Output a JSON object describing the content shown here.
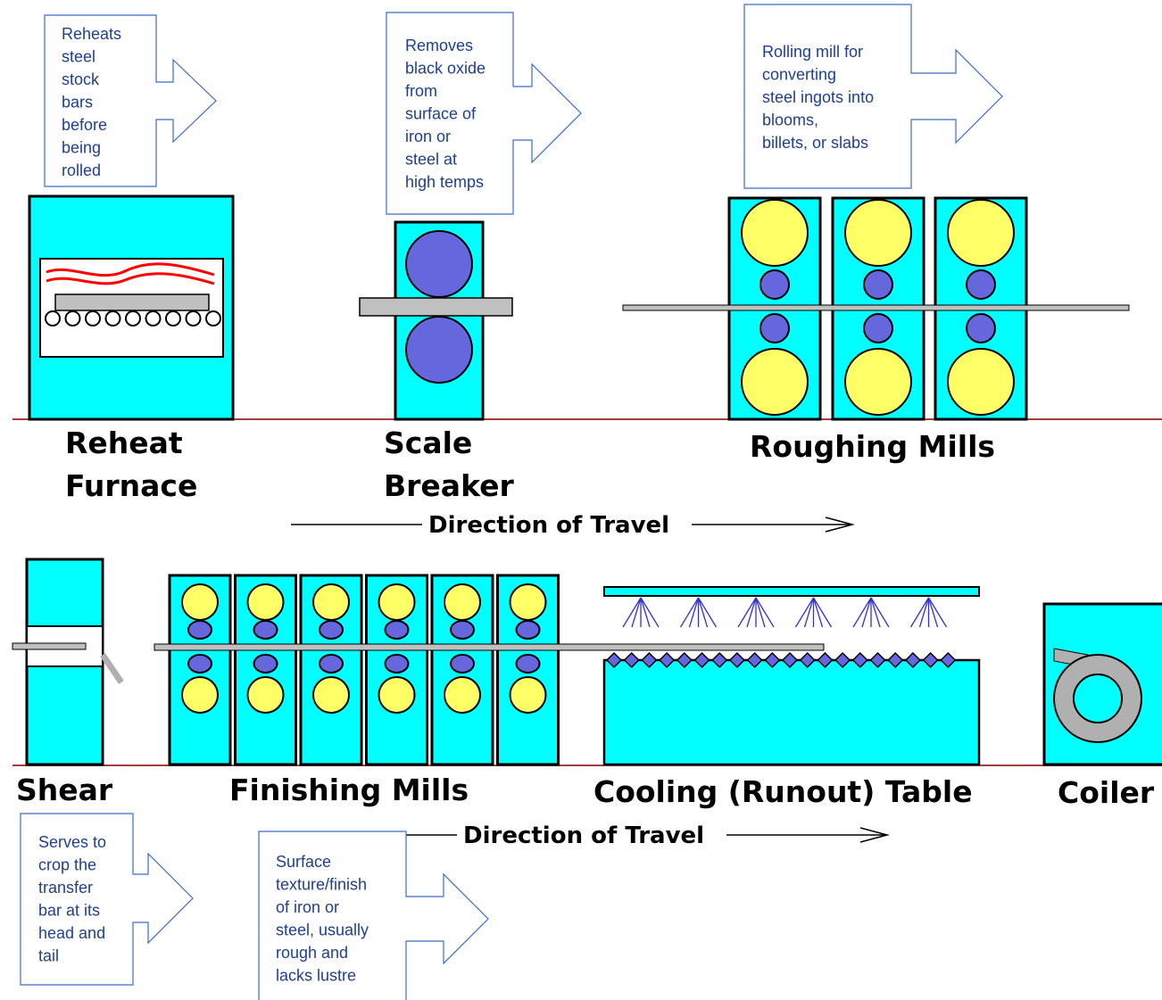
{
  "diagram": {
    "direction_label": "Direction of Travel",
    "stations": {
      "reheat_furnace": [
        "Reheat",
        "Furnace"
      ],
      "scale_breaker": [
        "Scale",
        "Breaker"
      ],
      "roughing_mills": "Roughing Mills",
      "shear": "Shear",
      "finishing_mills": "Finishing Mills",
      "cooling_table": "Cooling (Runout) Table",
      "coiler": "Coiler"
    },
    "callouts": {
      "reheat": [
        "Reheats",
        "steel",
        "stock",
        "bars",
        "before",
        "being",
        "rolled"
      ],
      "scale": [
        "Removes",
        "black oxide",
        "from",
        "surface of",
        "iron or",
        "steel at",
        "high temps"
      ],
      "roughing": [
        "Rolling mill for",
        "converting",
        "steel ingots into",
        "blooms,",
        "billets, or slabs"
      ],
      "shear": [
        "Serves to",
        "crop the",
        "transfer",
        "bar at its",
        "head and",
        "tail"
      ],
      "finishing": [
        "Surface",
        "texture/finish",
        "of iron or",
        "steel, usually",
        "rough and",
        "lacks lustre"
      ]
    },
    "colors": {
      "machine_fill": "#00ffff",
      "large_roll": "#ffff66",
      "small_roll": "#6666dd",
      "bar": "#c0c0c0",
      "floor": "#a04040",
      "flame": "#ff0000",
      "spray": "#3333cc",
      "callout_border": "#3b6cc9",
      "callout_text": "#1f3f8f"
    }
  }
}
